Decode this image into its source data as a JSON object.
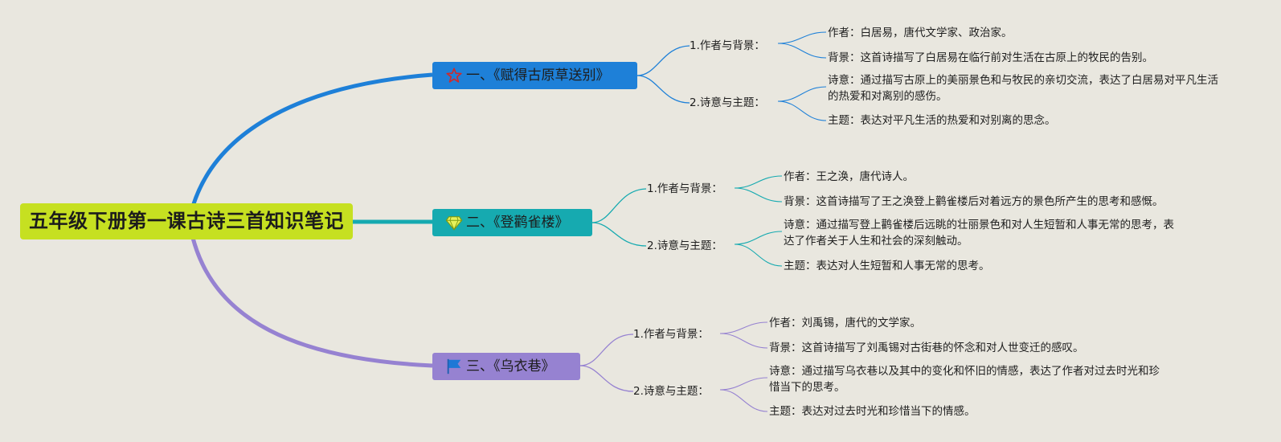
{
  "root": {
    "title": "五年级下册第一课古诗三首知识笔记"
  },
  "colors": {
    "background": "#e9e7df",
    "root": "#c6e021",
    "branch1": "#1e80d8",
    "branch2": "#16aab0",
    "branch3": "#9682d1"
  },
  "branches": [
    {
      "label": "一、《赋得古原草送别》",
      "icon": "star-icon",
      "subs": [
        {
          "label": "1.作者与背景：",
          "leaves": [
            "作者：白居易，唐代文学家、政治家。",
            "背景：这首诗描写了白居易在临行前对生活在古原上的牧民的告别。"
          ]
        },
        {
          "label": "2.诗意与主题：",
          "leaves": [
            "诗意：通过描写古原上的美丽景色和与牧民的亲切交流，表达了白居易对平凡生活的热爱和对离别的感伤。",
            "主题：表达对平凡生活的热爱和对别离的思念。"
          ]
        }
      ]
    },
    {
      "label": "二、《登鹳雀楼》",
      "icon": "diamond-icon",
      "subs": [
        {
          "label": "1.作者与背景：",
          "leaves": [
            "作者：王之涣，唐代诗人。",
            "背景：这首诗描写了王之涣登上鹳雀楼后对着远方的景色所产生的思考和感慨。"
          ]
        },
        {
          "label": "2.诗意与主题：",
          "leaves": [
            "诗意：通过描写登上鹳雀楼后远眺的壮丽景色和对人生短暂和人事无常的思考，表达了作者关于人生和社会的深刻触动。",
            "主题：表达对人生短暂和人事无常的思考。"
          ]
        }
      ]
    },
    {
      "label": "三、《乌衣巷》",
      "icon": "flag-icon",
      "subs": [
        {
          "label": "1.作者与背景：",
          "leaves": [
            "作者：刘禹锡，唐代的文学家。",
            "背景：这首诗描写了刘禹锡对古街巷的怀念和对人世变迁的感叹。"
          ]
        },
        {
          "label": "2.诗意与主题：",
          "leaves": [
            "诗意：通过描写乌衣巷以及其中的变化和怀旧的情感，表达了作者对过去时光和珍惜当下的思考。",
            "主题：表达对过去时光和珍惜当下的情感。"
          ]
        }
      ]
    }
  ]
}
